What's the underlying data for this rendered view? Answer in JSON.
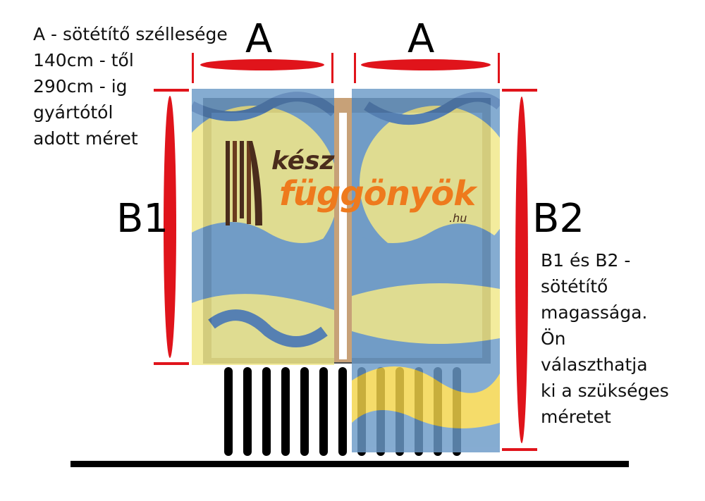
{
  "notes": {
    "width_note": "A - sötétítő széllesége\n140cm - től\n290cm - ig\ngyártótól\nadott méret",
    "height_note": "B1 és B2 -\nsötétítő\nmagassága.\nÖn\nválaszthatja\nki a szükséges\nméretet"
  },
  "labels": {
    "a_left": "A",
    "a_right": "A",
    "b1": "B1",
    "b2": "B2"
  },
  "logo": {
    "word1": "kész",
    "word2": "függönyök",
    "domain": ".hu"
  },
  "colors": {
    "measure_red": "#e0141b",
    "curtain_blue": "#6b9ac8",
    "curtain_yellow": "#f1e888",
    "frame_tan": "#c9a47a",
    "radiator_black": "#000000"
  }
}
